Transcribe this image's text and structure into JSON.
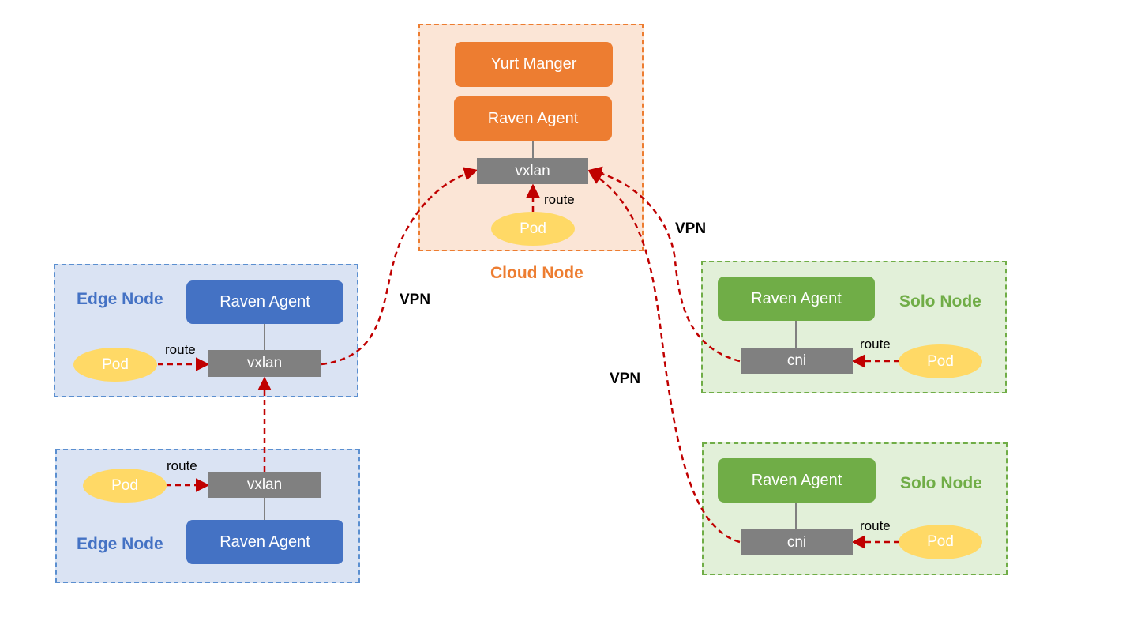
{
  "diagram": {
    "cloud_node": {
      "label": "Cloud Node",
      "yurt_manager": "Yurt Manger",
      "raven_agent": "Raven Agent",
      "vxlan": "vxlan",
      "pod": "Pod",
      "route": "route"
    },
    "edge_node_1": {
      "label": "Edge Node",
      "raven_agent": "Raven Agent",
      "vxlan": "vxlan",
      "pod": "Pod",
      "route": "route"
    },
    "edge_node_2": {
      "label": "Edge Node",
      "raven_agent": "Raven Agent",
      "vxlan": "vxlan",
      "pod": "Pod",
      "route": "route"
    },
    "solo_node_1": {
      "label": "Solo Node",
      "raven_agent": "Raven Agent",
      "cni": "cni",
      "pod": "Pod",
      "route": "route"
    },
    "solo_node_2": {
      "label": "Solo Node",
      "raven_agent": "Raven Agent",
      "cni": "cni",
      "pod": "Pod",
      "route": "route"
    },
    "vpn_labels": [
      "VPN",
      "VPN",
      "VPN"
    ],
    "colors": {
      "cloud": "#ED7D31",
      "edge": "#4472C4",
      "solo": "#70AD47",
      "pod": "#FFD966",
      "interface": "#808080",
      "link": "#C00000"
    }
  }
}
